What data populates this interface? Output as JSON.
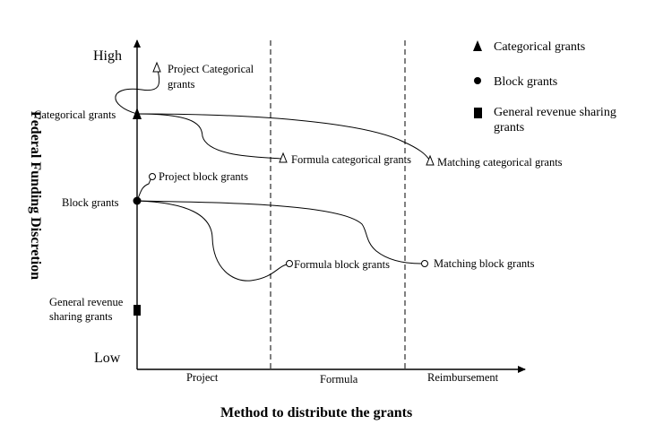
{
  "y_axis": {
    "title": "Federal Funding Discretion",
    "high_label": "High",
    "low_label": "Low"
  },
  "x_axis": {
    "title": "Method to distribute the grants",
    "categories": [
      "Project",
      "Formula",
      "Reimbursement"
    ]
  },
  "levels": {
    "categorical": "Categorical grants",
    "block": "Block grants",
    "general_line1": "General revenue",
    "general_line2": "sharing grants"
  },
  "nodes": {
    "project_categorical_line1": "Project Categorical",
    "project_categorical_line2": "grants",
    "formula_categorical": "Formula categorical grants",
    "matching_categorical": "Matching categorical grants",
    "project_block": "Project block grants",
    "formula_block": "Formula block grants",
    "matching_block": "Matching block grants"
  },
  "legend": {
    "categorical": "Categorical grants",
    "block": "Block grants",
    "general_line1": "General revenue sharing",
    "general_line2": "grants"
  }
}
